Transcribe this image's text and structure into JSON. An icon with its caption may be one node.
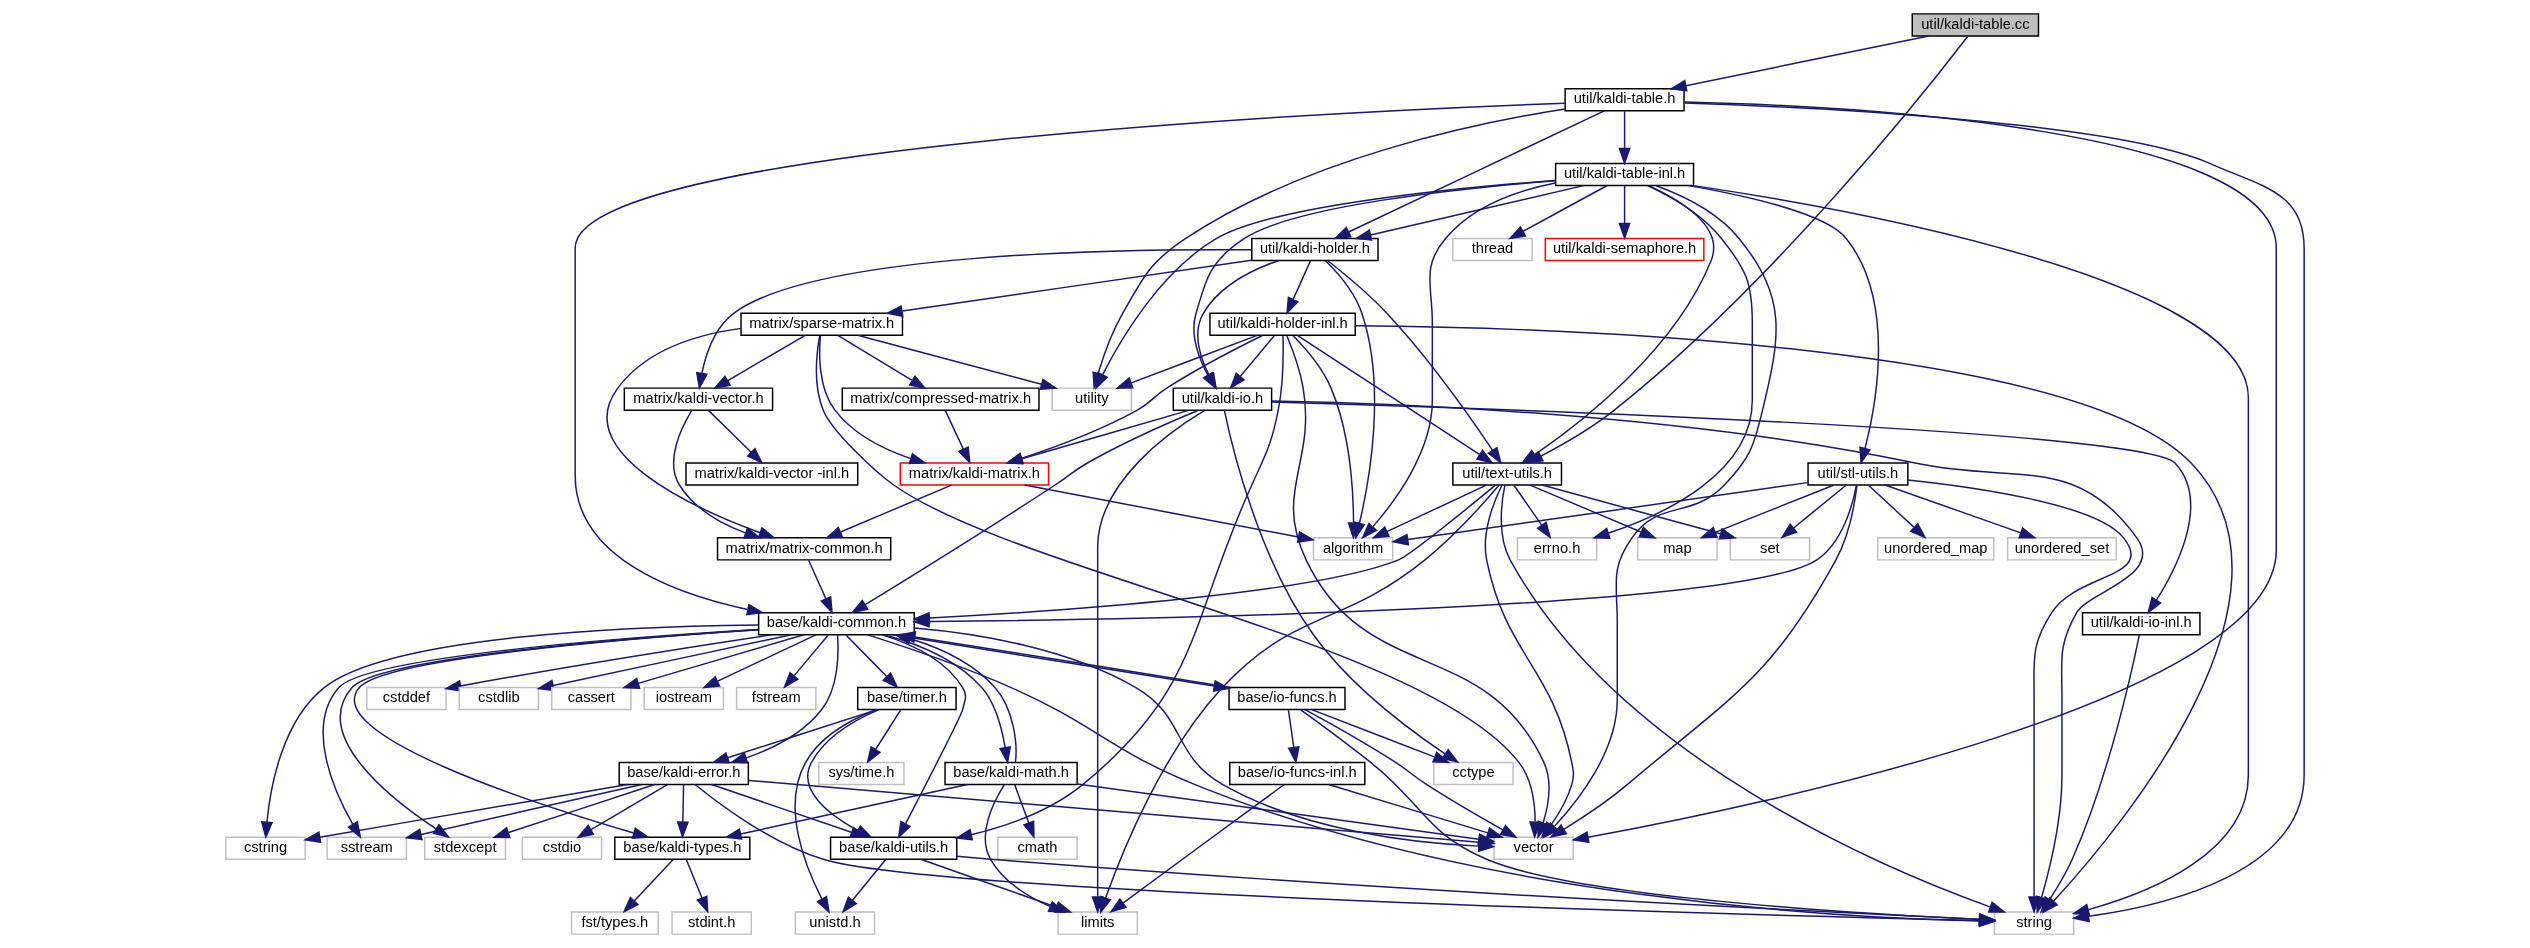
{
  "diagram": {
    "nodes": [
      {
        "text": [
          "util/kaldi-table.cc"
        ]
      },
      {
        "text": [
          "util/kaldi-table.h"
        ]
      },
      {
        "text": [
          "util/kaldi-table-inl.h"
        ]
      },
      {
        "text": [
          "util/kaldi-holder.h"
        ]
      },
      {
        "text": [
          "thread"
        ]
      },
      {
        "text": [
          "util/kaldi-semaphore.h"
        ]
      },
      {
        "text": [
          "matrix/sparse-matrix.h"
        ]
      },
      {
        "text": [
          "util/kaldi-holder-inl.h"
        ]
      },
      {
        "text": [
          "utility"
        ]
      },
      {
        "text": [
          "matrix/kaldi-vector.h"
        ]
      },
      {
        "text": [
          "matrix/compressed-matrix.h"
        ]
      },
      {
        "text": [
          "util/kaldi-io.h"
        ]
      },
      {
        "text": [
          "util/text-utils.h"
        ]
      },
      {
        "text": [
          "util/stl-utils.h"
        ]
      },
      {
        "text": [
          "matrix/kaldi-vector -inl.h"
        ]
      },
      {
        "text": [
          "matrix/kaldi-matrix.h"
        ]
      },
      {
        "text": [
          "algorithm"
        ]
      },
      {
        "text": [
          "errno.h"
        ]
      },
      {
        "text": [
          "map"
        ]
      },
      {
        "text": [
          "set"
        ]
      },
      {
        "text": [
          "unordered_map"
        ]
      },
      {
        "text": [
          "unordered_set"
        ]
      },
      {
        "text": [
          "matrix/matrix-common.h"
        ]
      },
      {
        "text": [
          "util/kaldi-io-inl.h"
        ]
      },
      {
        "text": [
          "base/kaldi-common.h"
        ]
      },
      {
        "text": [
          "base/timer.h"
        ]
      },
      {
        "text": [
          "cstddef"
        ]
      },
      {
        "text": [
          "cstdlib"
        ]
      },
      {
        "text": [
          "cassert"
        ]
      },
      {
        "text": [
          "iostream"
        ]
      },
      {
        "text": [
          "fstream"
        ]
      },
      {
        "text": [
          "base/io-funcs.h"
        ]
      },
      {
        "text": [
          "sys/time.h"
        ]
      },
      {
        "text": [
          "base/kaldi-error.h"
        ]
      },
      {
        "text": [
          "base/kaldi-math.h"
        ]
      },
      {
        "text": [
          "base/io-funcs-inl.h"
        ]
      },
      {
        "text": [
          "cctype"
        ]
      },
      {
        "text": [
          "cmath"
        ]
      },
      {
        "text": [
          "base/kaldi-utils.h"
        ]
      },
      {
        "text": [
          "cstring"
        ]
      },
      {
        "text": [
          "sstream"
        ]
      },
      {
        "text": [
          "cstdio"
        ]
      },
      {
        "text": [
          "stdexcept"
        ]
      },
      {
        "text": [
          "base/kaldi-types.h"
        ]
      },
      {
        "text": [
          "vector"
        ]
      },
      {
        "text": [
          "unistd.h"
        ]
      },
      {
        "text": [
          "limits"
        ]
      },
      {
        "text": [
          "fst/types.h"
        ]
      },
      {
        "text": [
          "stdint.h"
        ]
      },
      {
        "text": [
          "string"
        ]
      }
    ],
    "edges": [
      {
        "from": 0,
        "to": 1,
        "arrow": "to"
      },
      {
        "from": 0,
        "to": 12,
        "arrow": "to"
      },
      {
        "from": 1,
        "to": 2,
        "arrow": "to"
      },
      {
        "from": 1,
        "to": 3,
        "arrow": "to"
      },
      {
        "from": 1,
        "to": 24,
        "arrow": "to"
      },
      {
        "from": 1,
        "to": 8,
        "arrow": "to"
      },
      {
        "from": 1,
        "to": 44,
        "arrow": "to"
      },
      {
        "from": 1,
        "to": 49,
        "arrow": "to"
      },
      {
        "from": 2,
        "to": 3,
        "arrow": "to"
      },
      {
        "from": 2,
        "to": 4,
        "arrow": "to"
      },
      {
        "from": 2,
        "to": 5,
        "arrow": "to"
      },
      {
        "from": 2,
        "to": 8,
        "arrow": "to"
      },
      {
        "from": 2,
        "to": 16,
        "arrow": "to"
      },
      {
        "from": 2,
        "to": 12,
        "arrow": "to"
      },
      {
        "from": 2,
        "to": 13,
        "arrow": "to"
      },
      {
        "from": 2,
        "to": 11,
        "arrow": "to"
      },
      {
        "from": 2,
        "to": 17,
        "arrow": "to"
      },
      {
        "from": 2,
        "to": 44,
        "arrow": "to"
      },
      {
        "from": 2,
        "to": 49,
        "arrow": "to"
      },
      {
        "from": 3,
        "to": 9,
        "arrow": "to"
      },
      {
        "from": 3,
        "to": 6,
        "arrow": "to"
      },
      {
        "from": 3,
        "to": 7,
        "arrow": "to"
      },
      {
        "from": 3,
        "to": 11,
        "arrow": "to"
      },
      {
        "from": 3,
        "to": 16,
        "arrow": "to"
      },
      {
        "from": 3,
        "to": 12,
        "arrow": "to"
      },
      {
        "from": 6,
        "to": 9,
        "arrow": "to"
      },
      {
        "from": 6,
        "to": 10,
        "arrow": "to"
      },
      {
        "from": 6,
        "to": 15,
        "arrow": "to"
      },
      {
        "from": 6,
        "to": 22,
        "arrow": "to"
      },
      {
        "from": 6,
        "to": 8,
        "arrow": "to"
      },
      {
        "from": 6,
        "to": 44,
        "arrow": "to"
      },
      {
        "from": 7,
        "to": 11,
        "arrow": "to"
      },
      {
        "from": 7,
        "to": 12,
        "arrow": "to"
      },
      {
        "from": 7,
        "to": 15,
        "arrow": "to"
      },
      {
        "from": 7,
        "to": 8,
        "arrow": "to"
      },
      {
        "from": 7,
        "to": 16,
        "arrow": "to"
      },
      {
        "from": 7,
        "to": 44,
        "arrow": "to"
      },
      {
        "from": 7,
        "to": 49,
        "arrow": "to"
      },
      {
        "from": 7,
        "to": 38,
        "arrow": "to"
      },
      {
        "from": 9,
        "to": 14,
        "arrow": "to"
      },
      {
        "from": 9,
        "to": 22,
        "arrow": "to"
      },
      {
        "from": 10,
        "to": 15,
        "arrow": "to"
      },
      {
        "from": 11,
        "to": 15,
        "arrow": "to"
      },
      {
        "from": 11,
        "to": 46,
        "arrow": "to"
      },
      {
        "from": 11,
        "to": 24,
        "arrow": "to"
      },
      {
        "from": 11,
        "to": 36,
        "arrow": "to"
      },
      {
        "from": 11,
        "to": 23,
        "arrow": "to"
      },
      {
        "from": 11,
        "to": 49,
        "arrow": "to"
      },
      {
        "from": 15,
        "to": 22,
        "arrow": "to"
      },
      {
        "from": 15,
        "to": 16,
        "arrow": "to"
      },
      {
        "from": 22,
        "to": 24,
        "arrow": "to"
      },
      {
        "from": 12,
        "to": 16,
        "arrow": "to"
      },
      {
        "from": 12,
        "to": 17,
        "arrow": "to"
      },
      {
        "from": 12,
        "to": 18,
        "arrow": "to"
      },
      {
        "from": 12,
        "to": 19,
        "arrow": "to"
      },
      {
        "from": 12,
        "to": 49,
        "arrow": "to"
      },
      {
        "from": 12,
        "to": 44,
        "arrow": "to"
      },
      {
        "from": 12,
        "to": 24,
        "arrow": "to"
      },
      {
        "from": 12,
        "to": 46,
        "arrow": "to"
      },
      {
        "from": 13,
        "to": 16,
        "arrow": "to"
      },
      {
        "from": 13,
        "to": 18,
        "arrow": "to"
      },
      {
        "from": 13,
        "to": 19,
        "arrow": "to"
      },
      {
        "from": 13,
        "to": 20,
        "arrow": "to"
      },
      {
        "from": 13,
        "to": 21,
        "arrow": "to"
      },
      {
        "from": 13,
        "to": 49,
        "arrow": "to"
      },
      {
        "from": 13,
        "to": 44,
        "arrow": "to"
      },
      {
        "from": 13,
        "to": 24,
        "arrow": "to"
      },
      {
        "from": 23,
        "to": 49,
        "arrow": "to"
      },
      {
        "from": 24,
        "to": 25,
        "arrow": "to"
      },
      {
        "from": 24,
        "to": 26,
        "arrow": "to"
      },
      {
        "from": 24,
        "to": 27,
        "arrow": "to"
      },
      {
        "from": 24,
        "to": 28,
        "arrow": "to"
      },
      {
        "from": 24,
        "to": 29,
        "arrow": "to"
      },
      {
        "from": 24,
        "to": 30,
        "arrow": "to"
      },
      {
        "from": 24,
        "to": 31,
        "arrow": "to"
      },
      {
        "from": 24,
        "to": 33,
        "arrow": "to"
      },
      {
        "from": 24,
        "to": 34,
        "arrow": "to"
      },
      {
        "from": 24,
        "to": 38,
        "arrow": "to"
      },
      {
        "from": 24,
        "to": 39,
        "arrow": "to"
      },
      {
        "from": 24,
        "to": 40,
        "arrow": "to"
      },
      {
        "from": 24,
        "to": 42,
        "arrow": "to"
      },
      {
        "from": 24,
        "to": 43,
        "arrow": "to"
      },
      {
        "from": 24,
        "to": 44,
        "arrow": "to"
      },
      {
        "from": 24,
        "to": 49,
        "arrow": "to"
      },
      {
        "from": 25,
        "to": 32,
        "arrow": "to"
      },
      {
        "from": 25,
        "to": 33,
        "arrow": "to"
      },
      {
        "from": 25,
        "to": 38,
        "arrow": "to"
      },
      {
        "from": 25,
        "to": 45,
        "arrow": "to"
      },
      {
        "from": 31,
        "to": 24,
        "arrow": "to"
      },
      {
        "from": 31,
        "to": 35,
        "arrow": "to"
      },
      {
        "from": 31,
        "to": 36,
        "arrow": "to"
      },
      {
        "from": 31,
        "to": 44,
        "arrow": "to"
      },
      {
        "from": 31,
        "to": 49,
        "arrow": "to"
      },
      {
        "from": 33,
        "to": 38,
        "arrow": "to"
      },
      {
        "from": 33,
        "to": 39,
        "arrow": "to"
      },
      {
        "from": 33,
        "to": 40,
        "arrow": "to"
      },
      {
        "from": 33,
        "to": 41,
        "arrow": "to"
      },
      {
        "from": 33,
        "to": 42,
        "arrow": "to"
      },
      {
        "from": 33,
        "to": 43,
        "arrow": "to"
      },
      {
        "from": 33,
        "to": 44,
        "arrow": "to"
      },
      {
        "from": 33,
        "to": 49,
        "arrow": "to"
      },
      {
        "from": 34,
        "to": 24,
        "arrow": "to"
      },
      {
        "from": 34,
        "to": 43,
        "arrow": "to"
      },
      {
        "from": 34,
        "to": 37,
        "arrow": "to"
      },
      {
        "from": 34,
        "to": 46,
        "arrow": "to"
      },
      {
        "from": 34,
        "to": 44,
        "arrow": "to"
      },
      {
        "from": 35,
        "to": 44,
        "arrow": "to"
      },
      {
        "from": 35,
        "to": 46,
        "arrow": "to"
      },
      {
        "from": 38,
        "to": 45,
        "arrow": "to"
      },
      {
        "from": 38,
        "to": 46,
        "arrow": "to"
      },
      {
        "from": 38,
        "to": 49,
        "arrow": "to"
      },
      {
        "from": 43,
        "to": 47,
        "arrow": "to"
      },
      {
        "from": 43,
        "to": 48,
        "arrow": "to"
      }
    ]
  }
}
